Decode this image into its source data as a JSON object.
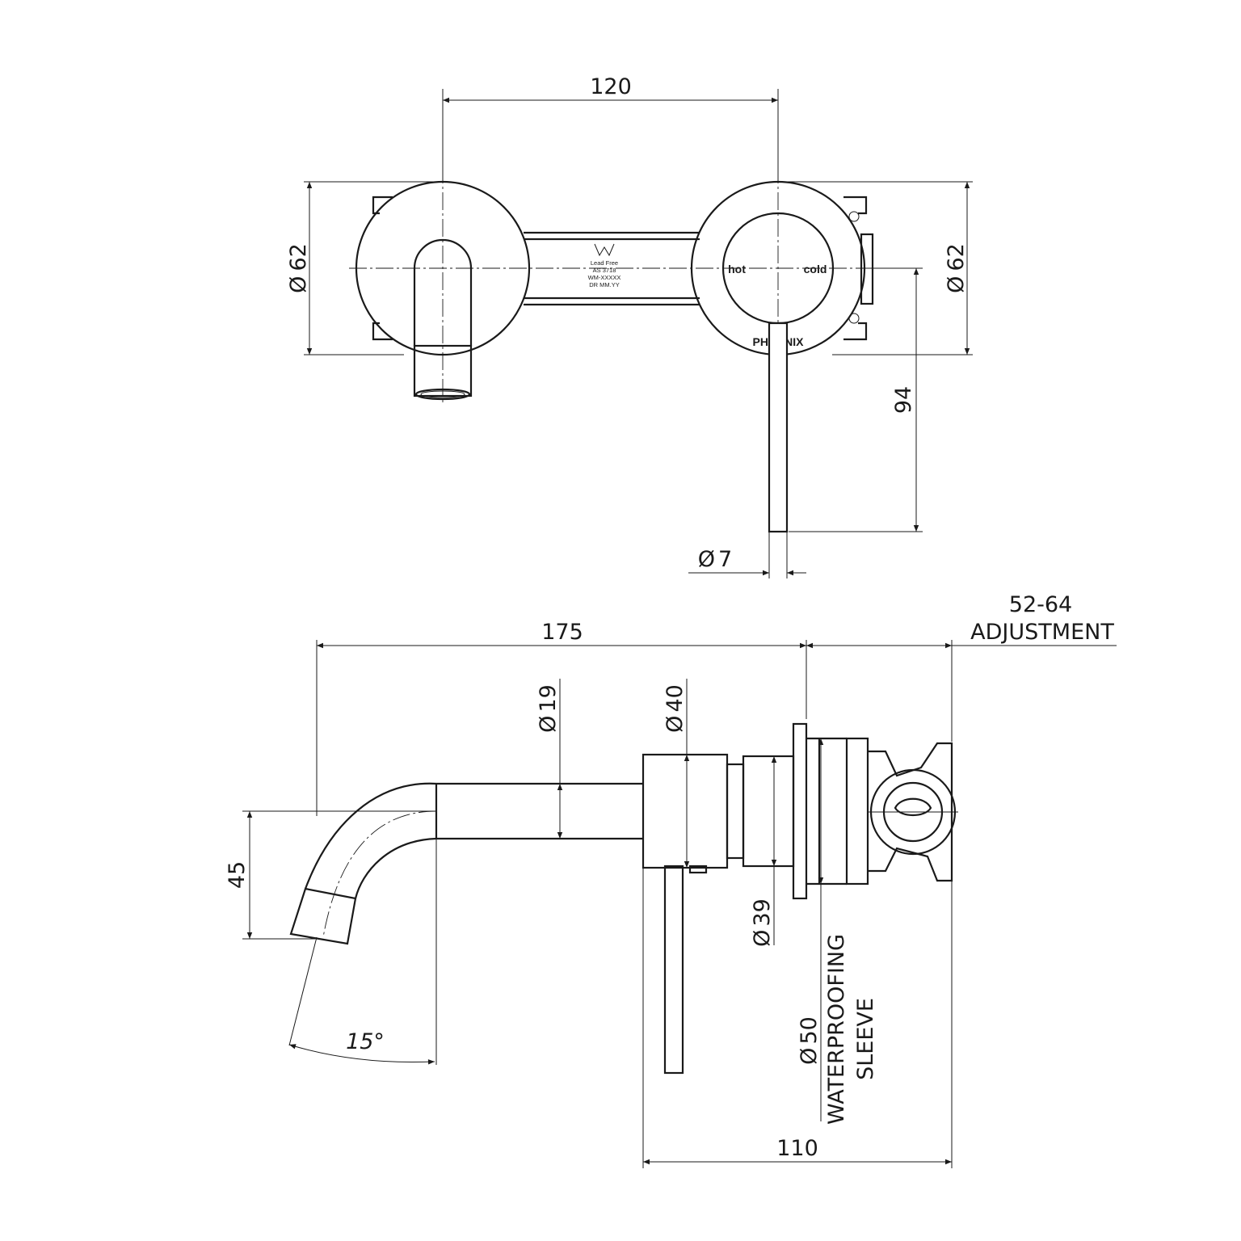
{
  "top_view": {
    "dim_spacing": "120",
    "dim_left_dia": "62",
    "dim_right_dia": "62",
    "dim_lever_drop": "94",
    "dim_lever_dia": "7",
    "label_hot": "hot",
    "label_cold": "cold",
    "brand": "PHOENIX",
    "cert_text": [
      "Lead Free",
      "AS 3718",
      "WM-XXXXX",
      "DR MM.YY"
    ]
  },
  "side_view": {
    "dim_overall": "175",
    "dim_adjustment_value": "52-64",
    "dim_adjustment_label": "ADJUSTMENT",
    "dim_spout_dia": "19",
    "dim_body_dia": "40",
    "dim_drop": "45",
    "dim_angle": "15°",
    "dim_wall_dia": "39",
    "dim_sleeve_dia": "50",
    "sleeve_label_1": "WATERPROOFING",
    "sleeve_label_2": "SLEEVE",
    "dim_depth": "110"
  },
  "symbols": {
    "diameter": "Ø"
  }
}
